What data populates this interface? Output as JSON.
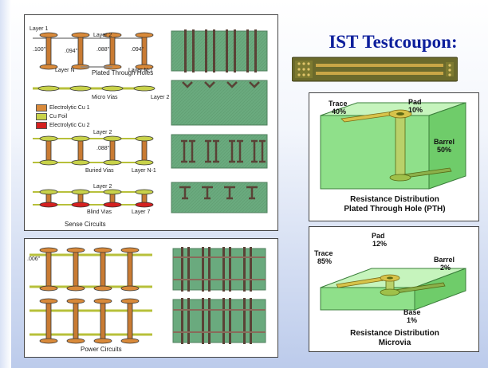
{
  "page_title": "IST Testcoupon:",
  "sense_panel": {
    "caption": "Sense  Circuits",
    "pth_caption": "Plated Through Holes",
    "microvia_caption": "Micro Vias",
    "buried_caption": "Buried Vias",
    "blind_caption": "Blind Vias",
    "dims": {
      "d1": ".100\"",
      "d2": ".094\"",
      "d3": ".088\"",
      "d4": ".094\"",
      "d5": ".088\""
    },
    "layers": {
      "l1": "Layer 1",
      "l2_top": "Layer 2",
      "ln": "Layer N",
      "ln1": "Layer N-1",
      "mv_l2": "Layer 2",
      "bv_l2": "Layer 2",
      "bv_ln1": "Layer N-1",
      "bl_l2": "Layer 2",
      "bl_l7": "Layer 7"
    },
    "legend": [
      {
        "label": "Electrolytic Cu 1",
        "color": "#d98a3a"
      },
      {
        "label": "Cu Foil",
        "color": "#c8d24a"
      },
      {
        "label": "Electrolytic Cu 2",
        "color": "#d42020"
      }
    ]
  },
  "power_panel": {
    "caption": "Power Circuits",
    "dim": ".006\""
  },
  "pth_diagram": {
    "trace_label": "Trace",
    "trace_pct": "40%",
    "pad_label": "Pad",
    "pad_pct": "10%",
    "barrel_label": "Barrel",
    "barrel_pct": "50%",
    "caption_line1": "Resistance Distribution",
    "caption_line2": "Plated Through Hole (PTH)"
  },
  "microvia_diagram": {
    "pad_label": "Pad",
    "pad_pct": "12%",
    "trace_label": "Trace",
    "trace_pct": "85%",
    "barrel_label": "Barrel",
    "barrel_pct": "2%",
    "base_label": "Base",
    "base_pct": "1%",
    "caption_line1": "Resistance Distribution",
    "caption_line2": "Microvia"
  },
  "colors": {
    "title": "#0d1f9c",
    "copper": "#d98a3a",
    "foil": "#c8d24a",
    "blind_red": "#d42020",
    "cross_section": "#6aaa7e",
    "box_green": "#8fe08a",
    "coupon_board": "#6b6a2c"
  }
}
